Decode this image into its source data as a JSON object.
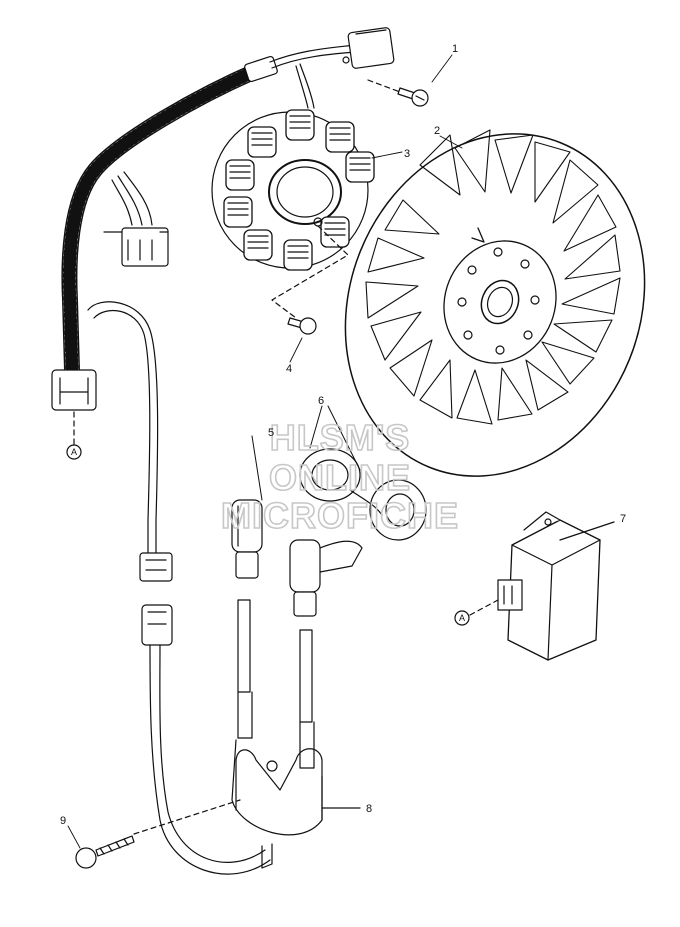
{
  "callouts": [
    {
      "id": "1",
      "label": "1"
    },
    {
      "id": "2",
      "label": "2"
    },
    {
      "id": "3",
      "label": "3"
    },
    {
      "id": "4",
      "label": "4"
    },
    {
      "id": "5",
      "label": "5"
    },
    {
      "id": "6",
      "label": "6"
    },
    {
      "id": "7",
      "label": "7"
    },
    {
      "id": "8",
      "label": "8"
    },
    {
      "id": "9",
      "label": "9"
    }
  ],
  "connector_refs": {
    "left": "A",
    "right": "A"
  },
  "watermark": {
    "line1": "HLSM'S",
    "line2": "ONLINE",
    "line3": "MICROFICHE"
  }
}
